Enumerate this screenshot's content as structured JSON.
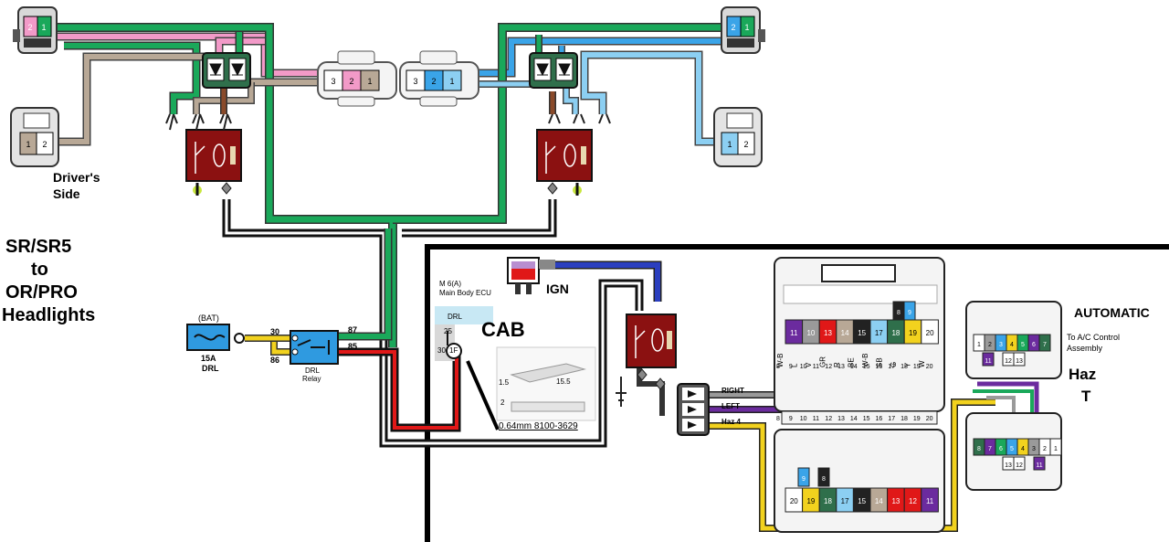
{
  "title_lines": [
    "SR/SR5",
    "to",
    "OR/PRO",
    "Headlights"
  ],
  "side_label_lines": [
    "Driver's",
    "Side"
  ],
  "cab_label": "CAB",
  "ign_label": "IGN",
  "fuse": {
    "top": "(BAT)",
    "rating": "15A",
    "name": "DRL"
  },
  "drl_relay": {
    "label_lines": [
      "DRL",
      "Relay"
    ],
    "pins": [
      "30",
      "86",
      "87",
      "85"
    ]
  },
  "ecu": {
    "line1": "M 6(A)",
    "line2": "Main Body ECU",
    "pin_name": "DRL",
    "pins": [
      "25",
      "30"
    ],
    "terminal": "1F"
  },
  "terminal_detail": {
    "dims": [
      "1.5",
      "15.5",
      "2"
    ],
    "part": "0.64mm 8100-3629"
  },
  "signals": {
    "right": "RIGHT",
    "left": "LEFT",
    "haz": "Haz 4"
  },
  "headlight_connectors": {
    "drivers_high": [
      "2",
      "1"
    ],
    "drivers_low": [
      "1",
      "2"
    ],
    "pass_high": [
      "2",
      "1"
    ],
    "pass_low": [
      "1",
      "2"
    ],
    "center_left": [
      "3",
      "2",
      "1"
    ],
    "center_right": [
      "3",
      "2",
      "1"
    ]
  },
  "upper_connector": {
    "top_cells": [
      "8",
      "9"
    ],
    "row_cells": [
      "11",
      "10",
      "13",
      "14",
      "15",
      "17",
      "18",
      "19",
      "20"
    ],
    "wire_colors": [
      "W-B",
      "L",
      "V",
      "GR",
      "R",
      "BE",
      "W-B",
      "SB",
      "G",
      "Y",
      "W"
    ],
    "pin_numbers": [
      "8",
      "9",
      "10",
      "11",
      "12",
      "13",
      "14",
      "15",
      "16",
      "17",
      "18",
      "19",
      "20"
    ]
  },
  "lower_connector": {
    "top_cells": [
      "9",
      "8"
    ],
    "row_cells": [
      "20",
      "19",
      "18",
      "17",
      "15",
      "14",
      "13",
      "12",
      "11"
    ]
  },
  "automatic": {
    "title": "AUTOMATIC",
    "subtitle_lines": [
      "To A/C Control",
      "Assembly"
    ],
    "haz_lines": [
      "Haz",
      "T"
    ],
    "top_cells": [
      "1",
      "2",
      "3",
      "4",
      "5",
      "6",
      "7"
    ],
    "top_row2": [
      "11",
      "12",
      "13"
    ],
    "bottom_cells": [
      "8",
      "7",
      "6",
      "5",
      "4",
      "3",
      "2",
      "1"
    ],
    "bottom_row2": [
      "13",
      "12",
      "11"
    ]
  },
  "colors": {
    "green": "#1aa85a",
    "pink": "#f29ac8",
    "tan": "#b8a896",
    "blue": "#3aa4e8",
    "light_blue": "#8ccff2",
    "relay_red": "#8b1111",
    "connector_green": "#2f6f4b",
    "navy": "#2b3fbf",
    "purple": "#6b2b9e",
    "yellow": "#f2d21e",
    "red": "#e01818",
    "drl_blue": "#2f9ae0"
  }
}
